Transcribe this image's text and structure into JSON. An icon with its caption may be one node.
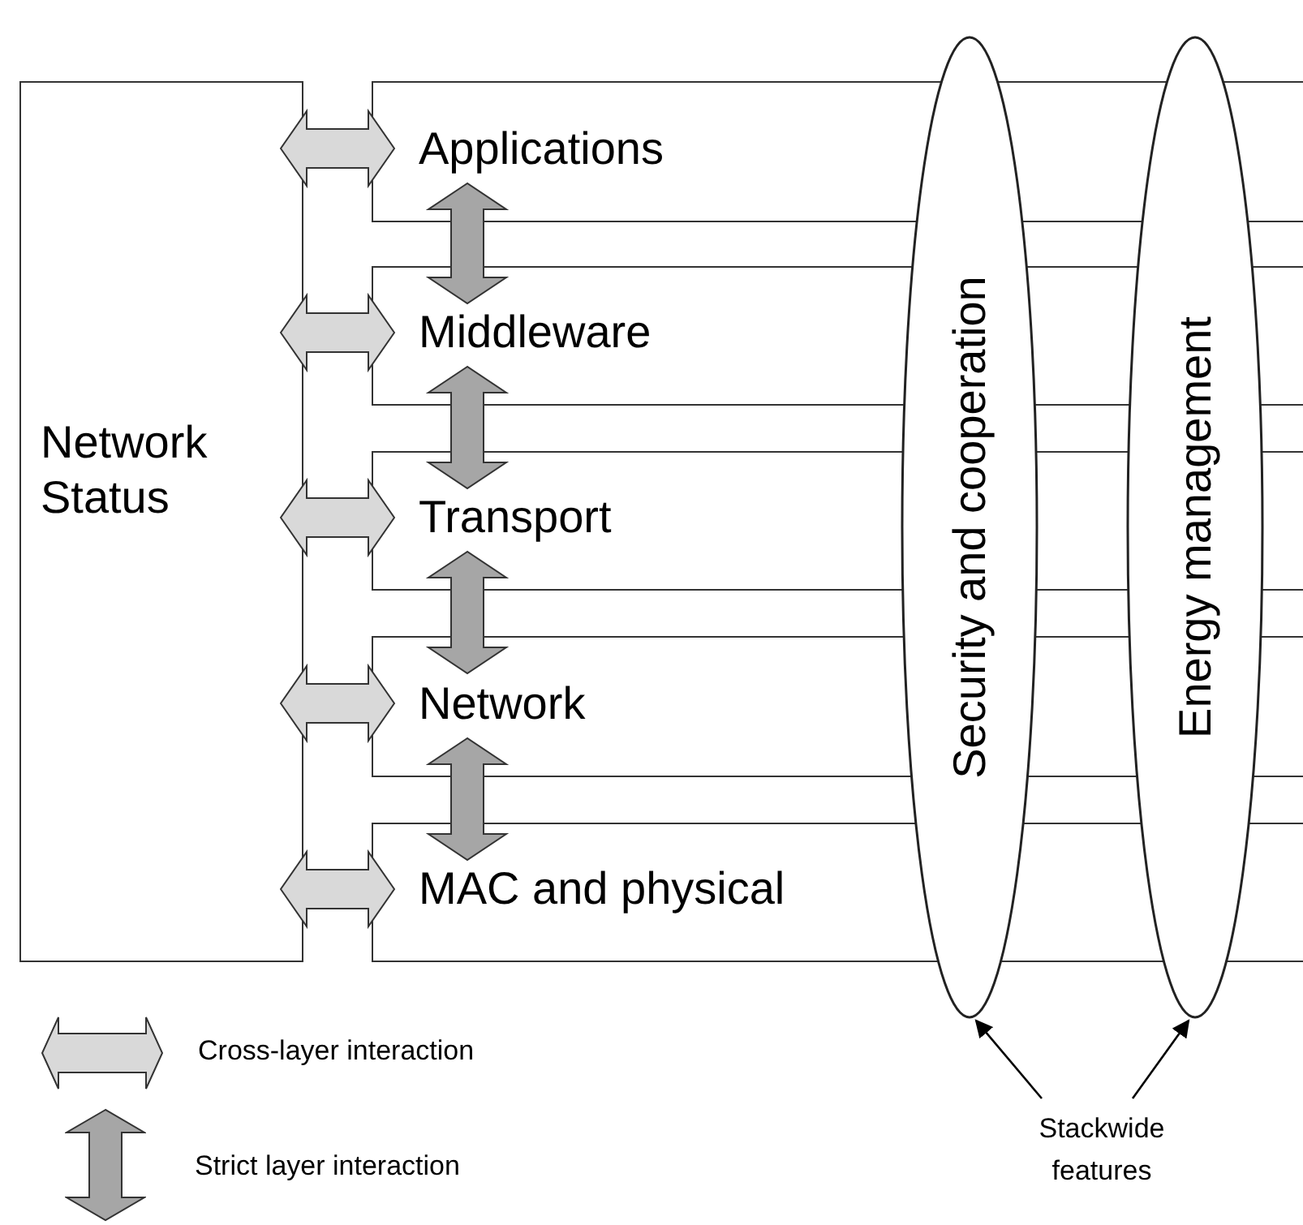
{
  "diagram": {
    "nodes": [
      {
        "text": [
          "Network Status"
        ]
      },
      {
        "text": [
          "Applications"
        ]
      },
      {
        "text": [
          "Middleware"
        ]
      },
      {
        "text": [
          "Transport"
        ]
      },
      {
        "text": [
          "Network"
        ]
      },
      {
        "text": [
          "MAC and physical"
        ]
      },
      {
        "text": [
          "Security and cooperation"
        ]
      },
      {
        "text": [
          "Energy management"
        ]
      },
      {
        "text": [
          "Stackwide features"
        ]
      }
    ],
    "edges": [
      {
        "from": 0,
        "to": 1,
        "arrow": "both",
        "style": "thick",
        "color": "#d9d9d9"
      },
      {
        "from": 0,
        "to": 2,
        "arrow": "both",
        "style": "thick",
        "color": "#d9d9d9"
      },
      {
        "from": 0,
        "to": 3,
        "arrow": "both",
        "style": "thick",
        "color": "#d9d9d9"
      },
      {
        "from": 0,
        "to": 4,
        "arrow": "both",
        "style": "thick",
        "color": "#d9d9d9"
      },
      {
        "from": 0,
        "to": 5,
        "arrow": "both",
        "style": "thick",
        "color": "#d9d9d9"
      },
      {
        "from": 1,
        "to": 2,
        "arrow": "both",
        "style": "thick",
        "color": "#a6a6a6"
      },
      {
        "from": 2,
        "to": 3,
        "arrow": "both",
        "style": "thick",
        "color": "#a6a6a6"
      },
      {
        "from": 3,
        "to": 4,
        "arrow": "both",
        "style": "thick",
        "color": "#a6a6a6"
      },
      {
        "from": 4,
        "to": 5,
        "arrow": "both",
        "style": "thick",
        "color": "#a6a6a6"
      },
      {
        "from": 8,
        "to": 6,
        "arrow": "to"
      },
      {
        "from": 8,
        "to": 7,
        "arrow": "to"
      }
    ],
    "legend": [
      {
        "text": "Cross-layer interaction"
      },
      {
        "text": "Strict layer interaction"
      }
    ]
  }
}
